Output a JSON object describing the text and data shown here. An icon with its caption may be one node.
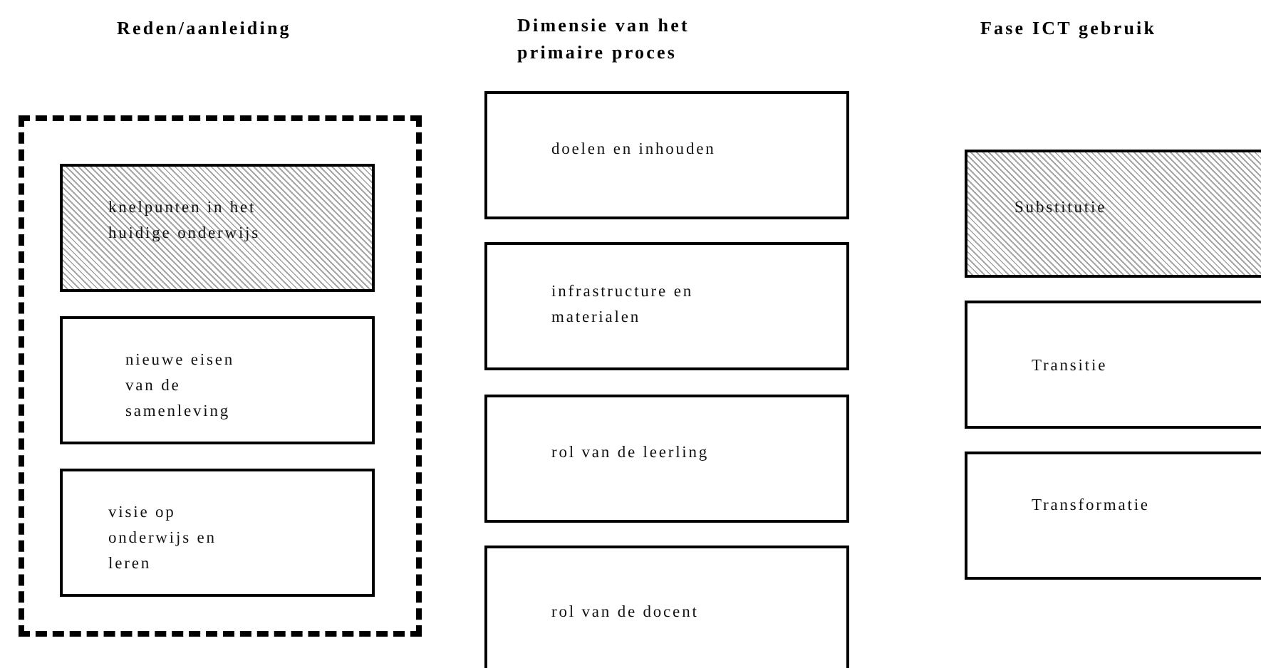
{
  "diagram": {
    "nodes": [
      {
        "text": [],
        "shape": "box"
      },
      {
        "text": [
          "knelpunten in het huidige onderwijs"
        ],
        "in": 0
      },
      {
        "text": [
          "nieuwe eisen van de samenleving"
        ],
        "in": 0
      },
      {
        "text": [
          "visie op onderwijs en leren"
        ],
        "in": 0
      },
      {
        "text": [
          "doelen en inhouden"
        ]
      },
      {
        "text": [
          "infrastructure en materialen"
        ]
      },
      {
        "text": [
          "rol van de leerling"
        ]
      },
      {
        "text": [
          "rol van de docent"
        ]
      },
      {
        "text": [
          "Substitutie"
        ]
      },
      {
        "text": [
          "Transitie"
        ]
      },
      {
        "text": [
          "Transformatie"
        ]
      }
    ],
    "labels": [
      "Reden/aanleiding",
      "Dimensie van het primaire proces",
      "Fase ICT gebruik"
    ]
  }
}
